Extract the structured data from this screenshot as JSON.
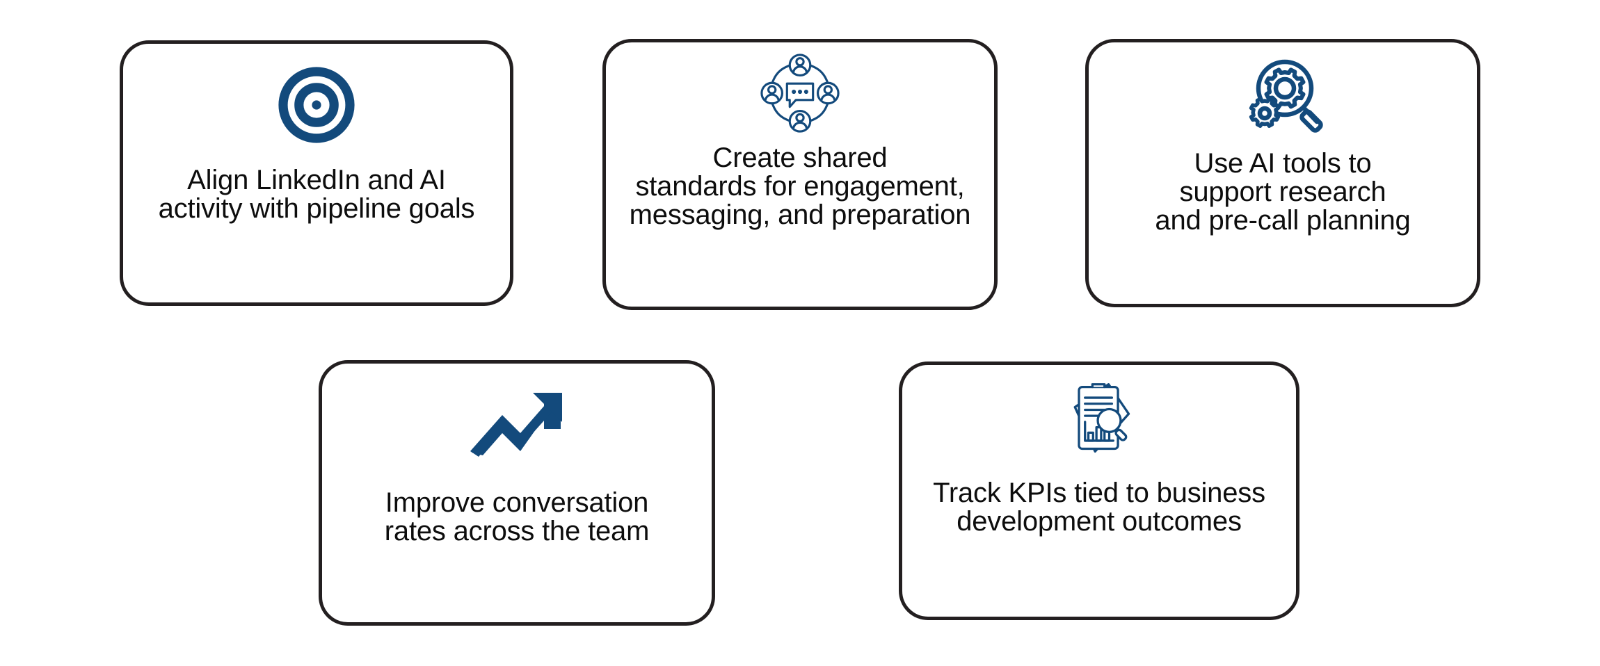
{
  "theme": {
    "background": "#ffffff",
    "card_border_color": "#231f20",
    "card_fill": "#ffffff",
    "icon_color": "#134a7c",
    "text_color": "#0d0d0d"
  },
  "diagram": {
    "type": "card-grid",
    "rows": [
      3,
      2
    ],
    "card_count": 5,
    "cards": [
      {
        "id": "card-1",
        "icon": "target-bullseye-icon",
        "text": "Align LinkedIn and AI\nactivity with pipeline goals",
        "lines": [
          "Align LinkedIn and AI",
          "activity with pipeline goals"
        ]
      },
      {
        "id": "card-2",
        "icon": "team-collaboration-chat-icon",
        "text": "Create shared\nstandards for engagement,\nmessaging, and preparation",
        "lines": [
          "Create shared",
          "standards for engagement,",
          "messaging, and preparation"
        ]
      },
      {
        "id": "card-3",
        "icon": "magnifier-gears-research-icon",
        "text": "Use AI tools to\nsupport research\nand pre-call planning",
        "lines": [
          "Use AI tools to",
          "support research",
          "and pre-call planning"
        ]
      },
      {
        "id": "card-4",
        "icon": "upward-trend-arrow-icon",
        "text": "Improve conversation\nrates across the team",
        "lines": [
          "Improve conversation",
          "rates across the team"
        ]
      },
      {
        "id": "card-5",
        "icon": "report-analysis-magnifier-icon",
        "text": "Track KPIs tied to business\ndevelopment outcomes",
        "lines": [
          "Track KPIs tied to business",
          "development outcomes"
        ]
      }
    ]
  }
}
